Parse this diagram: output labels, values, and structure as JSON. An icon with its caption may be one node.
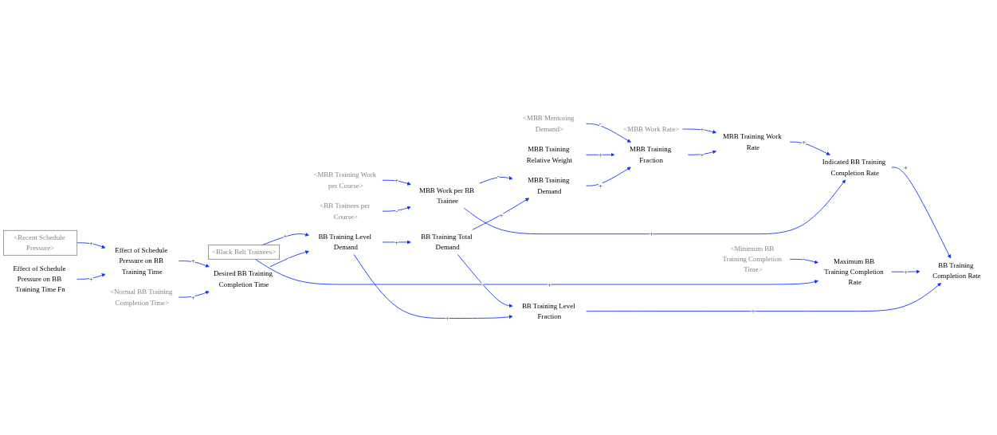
{
  "diagram": {
    "nodes": [
      {
        "text": [
          "<MBB Work Rate>"
        ]
      },
      {
        "text": [
          "MBB Training Work Rate"
        ]
      },
      {
        "text": [
          "Indicated BB Training Completion Rate"
        ]
      },
      {
        "text": [
          "BB Training Completion Rate"
        ]
      },
      {
        "text": [
          "Maximum BB Training Completion Rate"
        ]
      },
      {
        "text": [
          "<Minimum BB Training Completion Time>"
        ]
      },
      {
        "text": [
          "<MBB Mentoring Demand>"
        ]
      },
      {
        "text": [
          "MBB Training Fraction"
        ]
      },
      {
        "text": [
          "MBB Work per BB Trainee"
        ]
      },
      {
        "text": [
          "<MBB Training Work per Course>"
        ]
      },
      {
        "text": [
          "BB Training Level Fraction"
        ]
      },
      {
        "text": [
          "<Black Belt Trainees>"
        ]
      },
      {
        "text": [
          "<BB Trainees per Course>"
        ]
      },
      {
        "text": [
          "MBB Training Relative Weight"
        ]
      },
      {
        "text": [
          "MBB Training Demand"
        ]
      },
      {
        "text": [
          "BB Training Total Demand"
        ]
      },
      {
        "text": [
          "BB Training Level Demand"
        ]
      },
      {
        "text": [
          "<Recent Schedule Pressure>"
        ]
      },
      {
        "text": [
          "Effect of Schedule Pressure on BB Training Time"
        ]
      },
      {
        "text": [
          "Desired BB Training Completion Time"
        ]
      },
      {
        "text": [
          "<Normal BB Training Completion Time>"
        ]
      },
      {
        "text": [
          "Effect of Schedule Pressure on BB Training Time Fn"
        ]
      }
    ],
    "edges": [
      {
        "from": 0,
        "to": 1,
        "arrow": "to",
        "label": "+"
      },
      {
        "from": 1,
        "to": 2,
        "arrow": "to",
        "label": "+"
      },
      {
        "from": 2,
        "to": 3,
        "arrow": "to",
        "label": "+"
      },
      {
        "from": 4,
        "to": 3,
        "arrow": "to",
        "label": "+"
      },
      {
        "from": 5,
        "to": 4,
        "arrow": "to",
        "label": "-"
      },
      {
        "from": 7,
        "to": 1,
        "arrow": "to",
        "label": "+"
      },
      {
        "from": 8,
        "to": 2,
        "arrow": "to",
        "label": "+"
      },
      {
        "from": 9,
        "to": 8,
        "arrow": "to",
        "label": "+"
      },
      {
        "from": 12,
        "to": 8,
        "arrow": "to",
        "label": "-"
      },
      {
        "from": 6,
        "to": 7,
        "arrow": "to",
        "label": "-"
      },
      {
        "from": 13,
        "to": 7,
        "arrow": "to",
        "label": "+"
      },
      {
        "from": 14,
        "to": 7,
        "arrow": "to",
        "label": "+"
      },
      {
        "from": 8,
        "to": 14,
        "arrow": "to",
        "label": "-"
      },
      {
        "from": 15,
        "to": 14,
        "arrow": "to",
        "label": "+"
      },
      {
        "from": 16,
        "to": 15,
        "arrow": "to",
        "label": "+"
      },
      {
        "from": 15,
        "to": 10,
        "arrow": "to",
        "label": "-"
      },
      {
        "from": 16,
        "to": 10,
        "arrow": "to",
        "label": "+"
      },
      {
        "from": 10,
        "to": 3,
        "arrow": "to",
        "label": "+"
      },
      {
        "from": 11,
        "to": 4,
        "arrow": "to",
        "label": "+"
      },
      {
        "from": 11,
        "to": 16,
        "arrow": "to",
        "label": "+"
      },
      {
        "from": 19,
        "to": 16,
        "arrow": "to",
        "label": "-"
      },
      {
        "from": 18,
        "to": 19,
        "arrow": "to",
        "label": "+"
      },
      {
        "from": 20,
        "to": 19,
        "arrow": "to",
        "label": "+"
      },
      {
        "from": 17,
        "to": 18,
        "arrow": "to",
        "label": "+"
      },
      {
        "from": 21,
        "to": 18,
        "arrow": "to",
        "label": "+"
      }
    ]
  }
}
